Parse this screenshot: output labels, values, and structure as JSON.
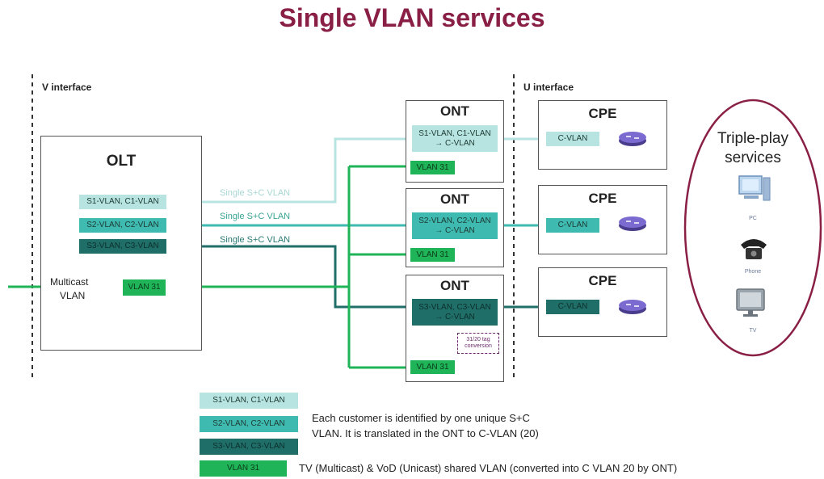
{
  "title": "Single VLAN services",
  "interfaces": {
    "v": "V interface",
    "u": "U interface"
  },
  "olt": {
    "title": "OLT",
    "vlans": [
      "S1-VLAN, C1-VLAN",
      "S2-VLAN, C2-VLAN",
      "S3-VLAN, C3-VLAN"
    ],
    "multicast_label_1": "Multicast",
    "multicast_label_2": "VLAN",
    "multicast_vlan": "VLAN 31"
  },
  "paths": [
    "Single S+C VLAN",
    "Single S+C VLAN",
    "Single S+C VLAN"
  ],
  "onts": [
    {
      "title": "ONT",
      "map": "S1-VLAN, C1-VLAN\n→ C-VLAN",
      "vlan": "VLAN 31"
    },
    {
      "title": "ONT",
      "map": "S2-VLAN, C2-VLAN\n→ C-VLAN",
      "vlan": "VLAN 31"
    },
    {
      "title": "ONT",
      "map": "S3-VLAN, C3-VLAN\n→ C-VLAN",
      "vlan": "VLAN 31",
      "note": "31/20 tag\nconversion"
    }
  ],
  "cpes": [
    {
      "title": "CPE",
      "vlan": "C-VLAN"
    },
    {
      "title": "CPE",
      "vlan": "C-VLAN"
    },
    {
      "title": "CPE",
      "vlan": "C-VLAN"
    }
  ],
  "triple_play": {
    "title": "Triple-play\nservices",
    "devices": [
      {
        "label": "PC",
        "icon": "pc-icon"
      },
      {
        "label": "Phone",
        "icon": "phone-icon"
      },
      {
        "label": "TV",
        "icon": "tv-icon"
      }
    ]
  },
  "legend": [
    {
      "chip": "S1-VLAN, C1-VLAN"
    },
    {
      "chip": "S2-VLAN, C2-VLAN"
    },
    {
      "chip": "S3-VLAN, C3-VLAN"
    },
    {
      "chip": "VLAN 31"
    }
  ],
  "legend_text_1": "Each customer is identified by one unique S+C\nVLAN. It is translated in the ONT to C-VLAN (20)",
  "legend_text_2": "TV (Multicast) & VoD (Unicast) shared VLAN (converted into C VLAN 20 by ONT)",
  "colors": {
    "title": "#8a1f45",
    "vlan1": "#b7e4e0",
    "vlan2": "#3fbab0",
    "vlan3": "#1f6e68",
    "vlan31": "#1fb457",
    "ellipse": "#8a1f45"
  }
}
